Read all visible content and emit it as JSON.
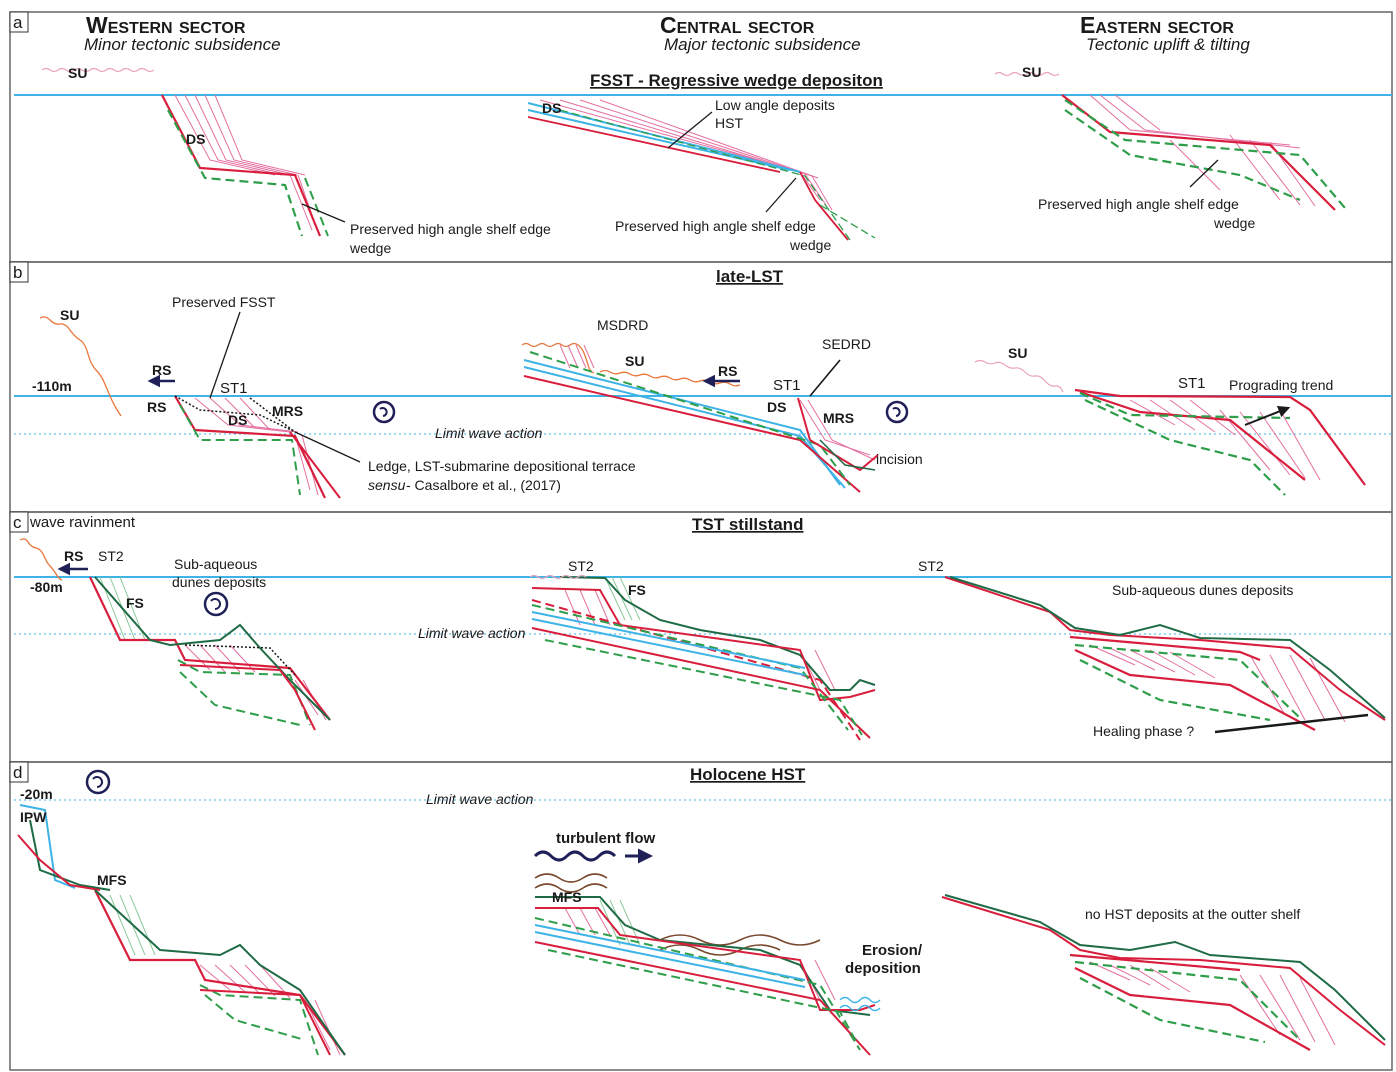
{
  "headers": {
    "western": {
      "title": "Western sector",
      "subtitle": "Minor tectonic subsidence"
    },
    "central": {
      "title": "Central sector",
      "subtitle": "Major tectonic subsidence"
    },
    "eastern": {
      "title": "Eastern sector",
      "subtitle": "Tectonic uplift & tilting"
    }
  },
  "panels": {
    "a": {
      "letter": "a",
      "title": "FSST - Regressive wedge depositon",
      "labels": {
        "su_w": "SU",
        "ds_w": "DS",
        "preserved_w_1": "Preserved high angle shelf edge",
        "preserved_w_2": "wedge",
        "ds_c": "DS",
        "low_angle_1": "Low angle deposits",
        "low_angle_2": "HST",
        "preserved_c_1": "Preserved high angle shelf edge",
        "preserved_c_2": "wedge",
        "su_e": "SU",
        "preserved_e_1": "Preserved high angle shelf edge",
        "preserved_e_2": "wedge"
      }
    },
    "b": {
      "letter": "b",
      "title": "late-LST",
      "labels": {
        "su_w": "SU",
        "preserved_fsst": "Preserved FSST",
        "depth": "-110m",
        "rs_arrow_w": "RS",
        "rs_w": "RS",
        "st1_w": "ST1",
        "ds_w": "DS",
        "mrs_w": "MRS",
        "limit": "Limit wave action",
        "ledge_1": "Ledge, LST-submarine depositional terrace",
        "ledge_2a": "sensu",
        "ledge_2b": " - Casalbore et al., (2017)",
        "msdrd": "MSDRD",
        "su_c": "SU",
        "rs_c": "RS",
        "st1_c": "ST1",
        "sedrd": "SEDRD",
        "ds_c": "DS",
        "mrs_c": "MRS",
        "incision": "incision",
        "su_e": "SU",
        "st1_e": "ST1",
        "prograding": "Prograding trend"
      }
    },
    "c": {
      "letter": "c",
      "title": "TST stillstand",
      "labels": {
        "wave_ravinment": "wave ravinment",
        "rs_w": "RS",
        "st2_w": "ST2",
        "depth": "-80m",
        "subaq_1": "Sub-aqueous",
        "subaq_2": "dunes deposits",
        "fs_w": "FS",
        "limit": "Limit wave action",
        "st2_c": "ST2",
        "fs_c": "FS",
        "st2_e": "ST2",
        "subaq_e": "Sub-aqueous dunes deposits",
        "healing": "Healing phase ?"
      }
    },
    "d": {
      "letter": "d",
      "title": "Holocene HST",
      "labels": {
        "depth": "-20m",
        "limit": "Limit wave action",
        "ipw": "IPW",
        "mfs_w": "MFS",
        "turbulent": "turbulent flow",
        "mfs_c": "MFS",
        "erosion_1": "Erosion/",
        "erosion_2": "deposition",
        "no_hst": "no HST deposits at the outter shelf"
      }
    }
  },
  "colors": {
    "sea": "#3db3e6",
    "red": "#d81e3c",
    "pink": "#e46fa0",
    "green_dash": "#2e9e4a",
    "dark_green": "#1f6b45",
    "light_green": "#8cc99a",
    "orange": "#e8763a",
    "navy": "#1e2057",
    "brown": "#7a4a2e",
    "dotted_blue": "#3db3e6"
  }
}
